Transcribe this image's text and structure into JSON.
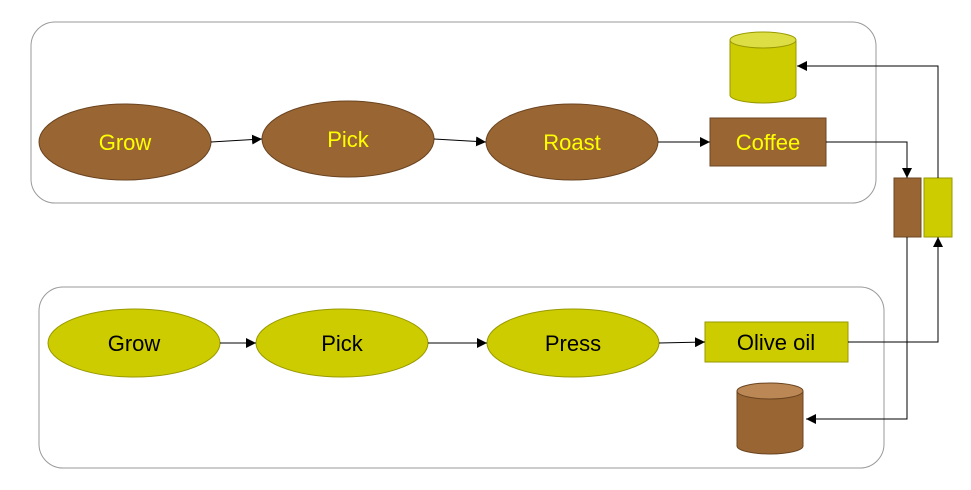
{
  "colors": {
    "brown": "#996633",
    "olive": "#cccc00",
    "olive_light": "#dddd44",
    "brown_light": "#bb8855",
    "coffee_text": "#ffff00",
    "oil_text": "#000000",
    "group_border": "#9a9a9a",
    "edge": "#000000"
  },
  "coffee_process": {
    "steps": [
      "Grow",
      "Pick",
      "Roast"
    ],
    "product": "Coffee"
  },
  "olive_process": {
    "steps": [
      "Grow",
      "Pick",
      "Press"
    ],
    "product": "Olive oil"
  }
}
